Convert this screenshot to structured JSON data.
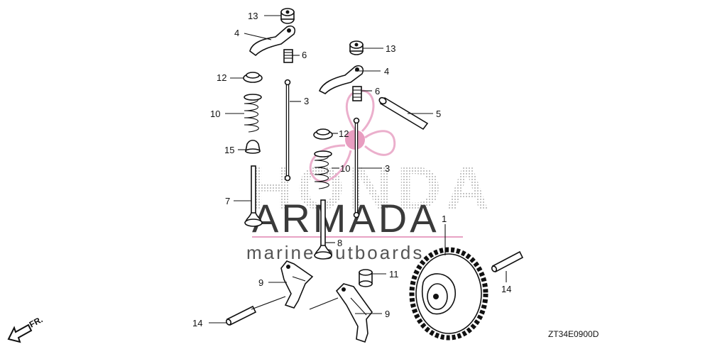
{
  "watermark": {
    "brand_background": "HONDA",
    "brand_main": "ARMADA",
    "brand_sub": "marine outboards",
    "accent_color": "#e8a2c4"
  },
  "diagram_code": "ZT34E0900D",
  "front_marker": "FR.",
  "callouts": [
    {
      "id": "c13a",
      "text": "13"
    },
    {
      "id": "c4a",
      "text": "4"
    },
    {
      "id": "c6a",
      "text": "6"
    },
    {
      "id": "c12a",
      "text": "12"
    },
    {
      "id": "c3a",
      "text": "3"
    },
    {
      "id": "c10a",
      "text": "10"
    },
    {
      "id": "c15",
      "text": "15"
    },
    {
      "id": "c7",
      "text": "7"
    },
    {
      "id": "c13b",
      "text": "13"
    },
    {
      "id": "c4b",
      "text": "4"
    },
    {
      "id": "c6b",
      "text": "6"
    },
    {
      "id": "c5",
      "text": "5"
    },
    {
      "id": "c12b",
      "text": "12"
    },
    {
      "id": "c10b",
      "text": "10"
    },
    {
      "id": "c3b",
      "text": "3"
    },
    {
      "id": "c1",
      "text": "1"
    },
    {
      "id": "c8",
      "text": "8"
    },
    {
      "id": "c11",
      "text": "11"
    },
    {
      "id": "c9a",
      "text": "9"
    },
    {
      "id": "c9b",
      "text": "9"
    },
    {
      "id": "c14a",
      "text": "14"
    },
    {
      "id": "c14b",
      "text": "14"
    }
  ]
}
